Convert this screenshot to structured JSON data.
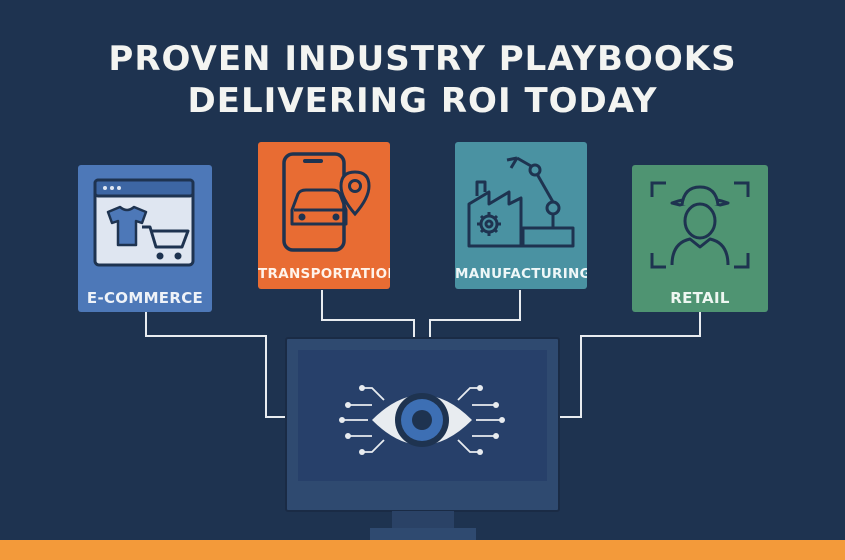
{
  "title": {
    "line1": "PROVEN INDUSTRY PLAYBOOKS",
    "line2": "DELIVERING ROI TODAY"
  },
  "cards": {
    "ecommerce": {
      "label": "E-COMMERCE",
      "icon": "shopping-cart-icon",
      "color": "#4d78b8"
    },
    "transportation": {
      "label": "TRANSPORTATION",
      "icon": "map-pin-car-icon",
      "color": "#e86c33"
    },
    "manufacturing": {
      "label": "MANUFACTURING",
      "icon": "robot-arm-factory-icon",
      "color": "#4a92a2"
    },
    "retail": {
      "label": "RETAIL",
      "icon": "face-scan-icon",
      "color": "#4f9472"
    }
  },
  "center": {
    "icon": "eye-icon"
  },
  "colors": {
    "background": "#1e3350",
    "accent": "#f39a3a",
    "monitor": "#2f4a70"
  }
}
